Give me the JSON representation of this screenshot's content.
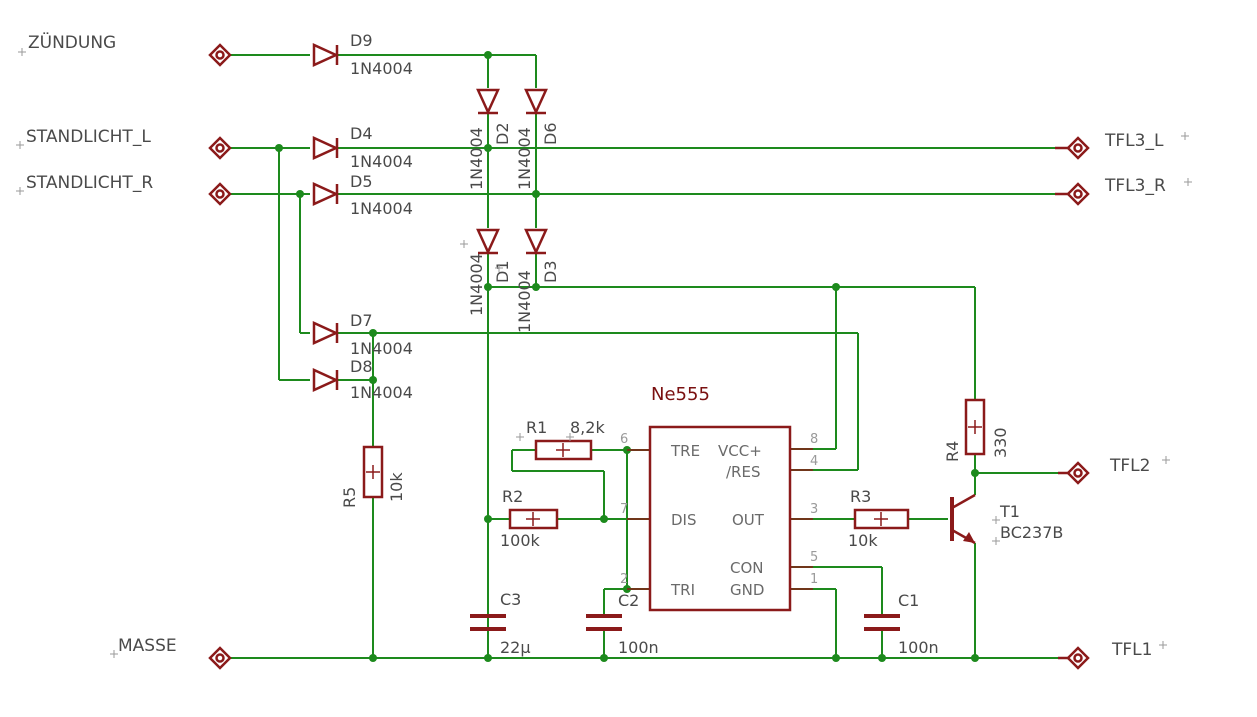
{
  "terminals": {
    "zuendung": "ZÜNDUNG",
    "standlicht_l": "STANDLICHT_L",
    "standlicht_r": "STANDLICHT_R",
    "masse": "MASSE",
    "tfl3_l": "TFL3_L",
    "tfl3_r": "TFL3_R",
    "tfl2": "TFL2",
    "tfl1": "TFL1"
  },
  "diodes": {
    "d9": {
      "name": "D9",
      "value": "1N4004"
    },
    "d4": {
      "name": "D4",
      "value": "1N4004"
    },
    "d5": {
      "name": "D5",
      "value": "1N4004"
    },
    "d7": {
      "name": "D7",
      "value": "1N4004"
    },
    "d8": {
      "name": "D8",
      "value": "1N4004"
    },
    "d2": {
      "name": "D2",
      "value": "1N4004"
    },
    "d6": {
      "name": "D6",
      "value": "1N4004"
    },
    "d1": {
      "name": "D1",
      "value": "1N4004"
    },
    "d3": {
      "name": "D3",
      "value": "1N4004"
    }
  },
  "resistors": {
    "r1": {
      "name": "R1",
      "value": "8,2k"
    },
    "r2": {
      "name": "R2",
      "value": "100k"
    },
    "r3": {
      "name": "R3",
      "value": "10k"
    },
    "r4": {
      "name": "R4",
      "value": "330"
    },
    "r5": {
      "name": "R5",
      "value": "10k"
    }
  },
  "capacitors": {
    "c1": {
      "name": "C1",
      "value": "100n"
    },
    "c2": {
      "name": "C2",
      "value": "100n"
    },
    "c3": {
      "name": "C3",
      "value": "22µ"
    }
  },
  "transistor": {
    "name": "T1",
    "value": "BC237B"
  },
  "ic": {
    "title": "Ne555",
    "pins_left": [
      "TRE",
      "DIS",
      "TRI"
    ],
    "pins_right": [
      "VCC+",
      "/RES",
      "OUT",
      "CON",
      "GND"
    ],
    "pin_numbers": {
      "tre": "6",
      "dis": "7",
      "tri": "2",
      "vcc": "8",
      "res": "4",
      "out": "3",
      "con": "5",
      "gnd": "1"
    }
  },
  "colors": {
    "wire": "#1d8a1d",
    "component": "#8b1a1a",
    "text": "#4a4a4a"
  }
}
